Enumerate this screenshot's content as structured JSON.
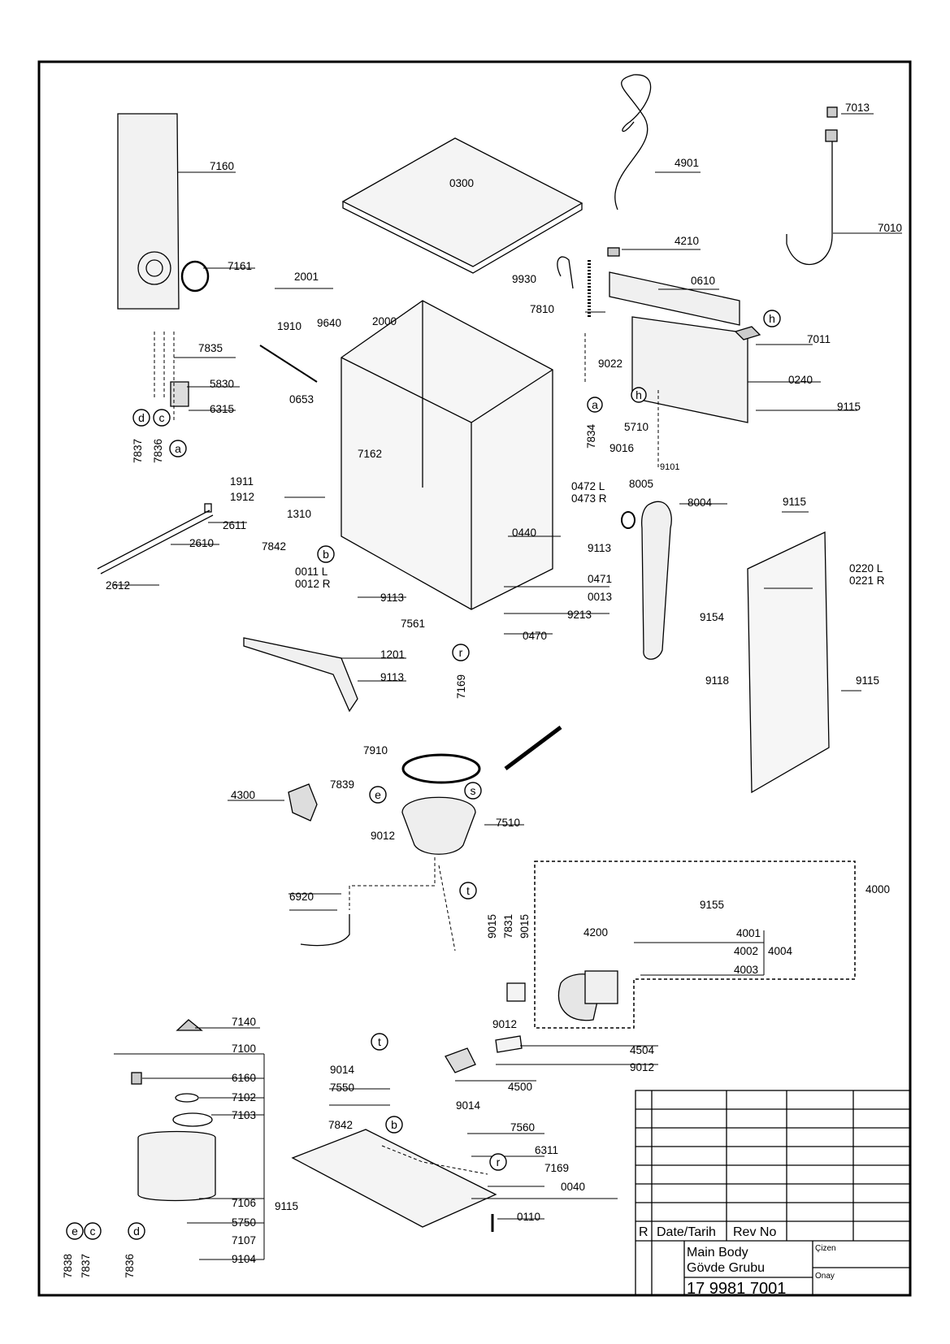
{
  "part_labels": {
    "p0300": "0300",
    "p4901": "4901",
    "p7013": "7013",
    "p7010": "7010",
    "p7160": "7160",
    "p7161": "7161",
    "p2001": "2001",
    "p1910": "1910",
    "p9640": "9640",
    "p2000": "2000",
    "p4210": "4210",
    "p9930": "9930",
    "p0610": "0610",
    "p7810": "7810",
    "p7011": "7011",
    "p7835": "7835",
    "p9022": "9022",
    "p0240": "0240",
    "p5830": "5830",
    "p0653": "0653",
    "p6315": "6315",
    "p9115a": "9115",
    "p7834": "7834",
    "p5710": "5710",
    "p9016": "9016",
    "p7837a": "7837",
    "p7836a": "7836",
    "p7162": "7162",
    "p9101": "9101",
    "p1911": "1911",
    "p1912": "1912",
    "p0472": "0472 L",
    "p0473": "0473 R",
    "p8005": "8005",
    "p8004": "8004",
    "p9115b": "9115",
    "p1310": "1310",
    "p2611": "2611",
    "p2610": "2610",
    "p0440": "0440",
    "p7842a": "7842",
    "p9113a": "9113",
    "p0220": "0220 L",
    "p0221": "0221 R",
    "p0011": "0011 L",
    "p0012": "0012 R",
    "p0471": "0471",
    "p2612": "2612",
    "p9113b": "9113",
    "p0013": "0013",
    "p9154": "9154",
    "p7561": "7561",
    "p9213": "9213",
    "p0470": "0470",
    "p1201": "1201",
    "p9113c": "9113",
    "p7169a": "7169",
    "p9118": "9118",
    "p9115c": "9115",
    "p7910": "7910",
    "p4300": "4300",
    "p7839": "7839",
    "p9012a": "9012",
    "p7510": "7510",
    "p4000": "4000",
    "p6920": "6920",
    "p9155": "9155",
    "p9015a": "9015",
    "p7831": "7831",
    "p9015b": "9015",
    "p4200": "4200",
    "p4001": "4001",
    "p4002": "4002",
    "p4004": "4004",
    "p4003": "4003",
    "p7140": "7140",
    "p9012b": "9012",
    "p7100": "7100",
    "p4504": "4504",
    "p9014a": "9014",
    "p9012c": "9012",
    "p6160": "6160",
    "p7550": "7550",
    "p4500": "4500",
    "p7102": "7102",
    "p9014b": "9014",
    "p7103": "7103",
    "p7842b": "7842",
    "p7560": "7560",
    "p6311": "6311",
    "p7169b": "7169",
    "p0040": "0040",
    "p9115d": "9115",
    "p7106": "7106",
    "p0110": "0110",
    "p5750": "5750",
    "p7107": "7107",
    "p9104": "9104",
    "p7838": "7838",
    "p7837b": "7837",
    "p7836b": "7836"
  },
  "callouts": {
    "a1": "a",
    "a2": "a",
    "b1": "b",
    "b2": "b",
    "c1": "c",
    "c2": "c",
    "d1": "d",
    "d2": "d",
    "e1": "e",
    "e2": "e",
    "h1": "h",
    "h2": "h",
    "r1": "r",
    "r2": "r",
    "s1": "s",
    "t1": "t",
    "t2": "t"
  },
  "title_block": {
    "rev_col_r": "R",
    "rev_col_date": "Date/Tarih",
    "rev_col_revno": "Rev No",
    "title_en": "Main Body",
    "title_tr": "Gövde Grubu",
    "drawn_label": "Çizen",
    "approved_label": "Onay",
    "drawing_number": "17 9981 7001"
  }
}
